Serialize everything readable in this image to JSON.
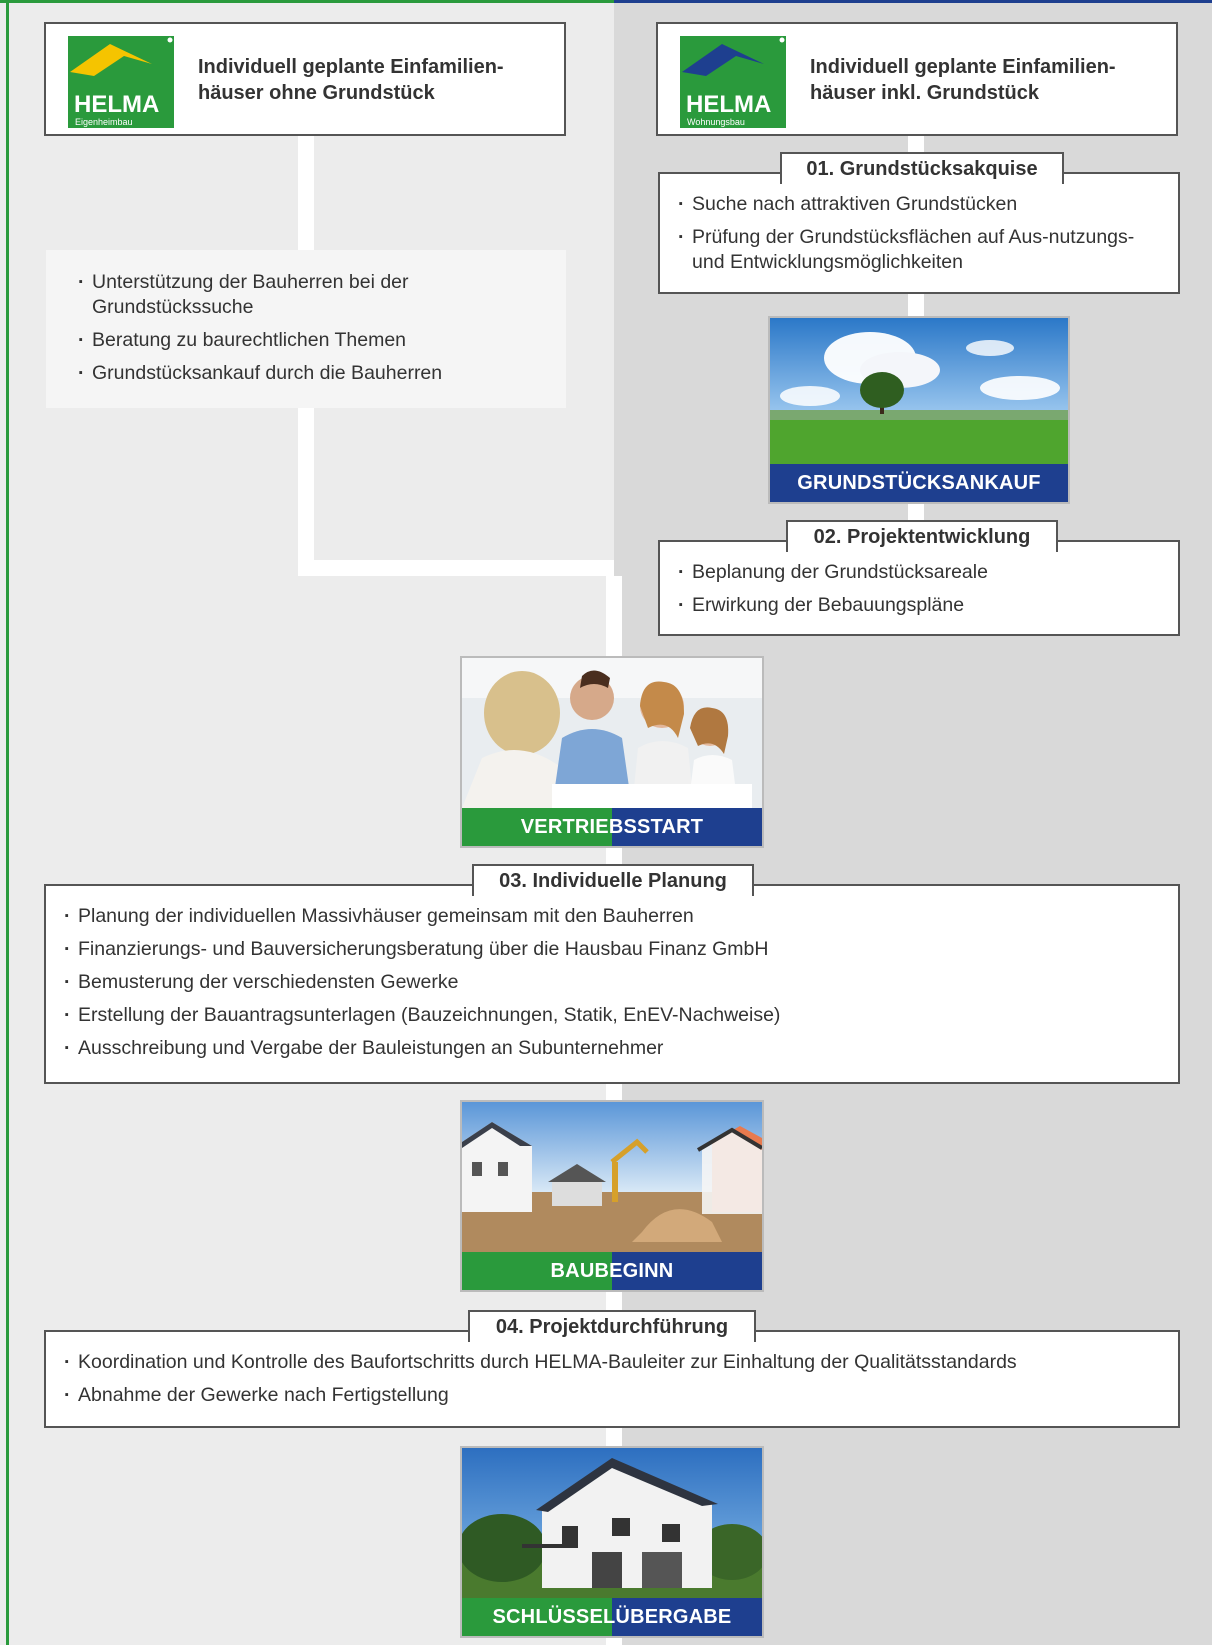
{
  "columns": {
    "left": {
      "logo": {
        "brand": "HELMA",
        "sub": "Eigenheimbau"
      },
      "title": "Individuell geplante Einfamilien-häuser ohne Grundstück",
      "support_items": [
        "Unterstützung der Bauherren bei der Grundstückssuche",
        "Beratung zu baurechtlichen Themen",
        "Grundstücksankauf durch die Bauherren"
      ]
    },
    "right": {
      "logo": {
        "brand": "HELMA",
        "sub": "Wohnungsbau"
      },
      "title": "Individuell geplante Einfamilien-häuser inkl. Grundstück"
    }
  },
  "steps": {
    "s01": {
      "title": "01. Grundstücksakquise",
      "items": [
        "Suche nach attraktiven Grundstücken",
        "Prüfung der Grundstücksflächen auf Aus-nutzungs- und Entwicklungsmöglichkeiten"
      ]
    },
    "s02": {
      "title": "02. Projektentwicklung",
      "items": [
        "Beplanung der Grundstücksareale",
        "Erwirkung der Bebauungspläne"
      ]
    },
    "s03": {
      "title": "03. Individuelle Planung",
      "items": [
        "Planung der individuellen Massivhäuser gemeinsam mit den Bauherren",
        "Finanzierungs- und Bauversicherungsberatung über die Hausbau Finanz GmbH",
        "Bemusterung der verschiedensten Gewerke",
        "Erstellung der Bauantragsunterlagen (Bauzeichnungen, Statik, EnEV-Nachweise)",
        "Ausschreibung und Vergabe der Bauleistungen an Subunternehmer"
      ]
    },
    "s04": {
      "title": "04. Projektdurchführung",
      "items": [
        "Koordination und Kontrolle des Baufortschritts durch HELMA-Bauleiter zur Einhaltung der Qualitätsstandards",
        "Abnahme der Gewerke nach Fertigstellung"
      ]
    }
  },
  "milestones": {
    "grundstuck": "GRUNDSTÜCKSANKAUF",
    "vertrieb": "VERTRIEBSSTART",
    "baubeginn": "BAUBEGINN",
    "schluessel": "SCHLÜSSELÜBERGABE"
  },
  "colors": {
    "green": "#2a9a3c",
    "blue": "#1e3f8f",
    "logo_yellow": "#f5c400",
    "logo_blue": "#1e3f8f"
  }
}
